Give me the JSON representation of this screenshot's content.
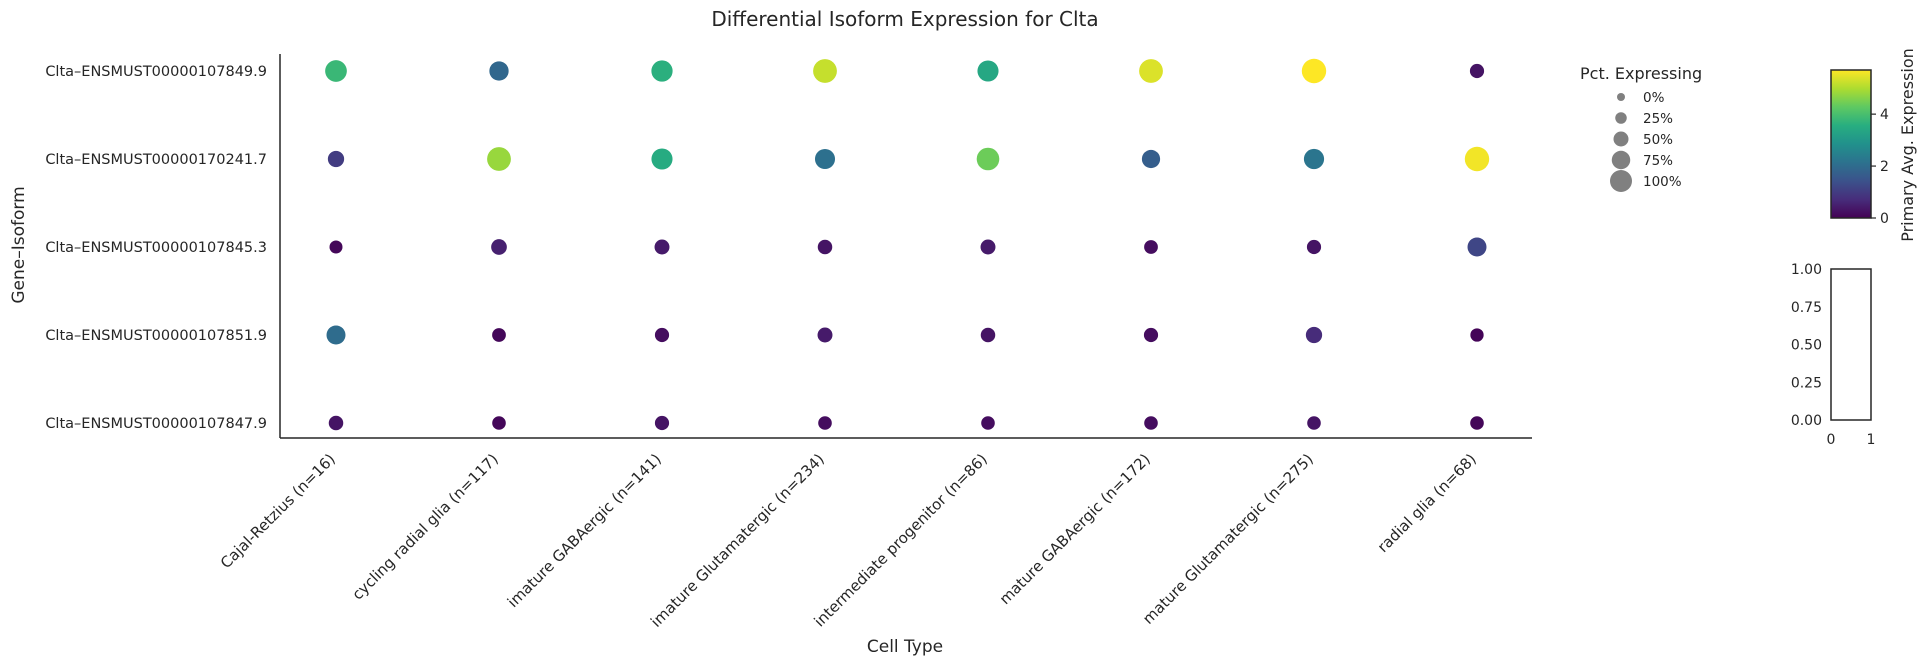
{
  "chart_data": {
    "type": "scatter",
    "title": "Differential Isoform Expression for Clta",
    "xlabel": "Cell Type",
    "ylabel": "Gene–Isoform",
    "categories": [
      "Cajal-Retzius (n=16)",
      "cycling radial glia (n=117)",
      "imature GABAergic (n=141)",
      "imature Glutamatergic (n=234)",
      "intermediate progenitor (n=86)",
      "mature GABAergic (n=172)",
      "mature Glutamatergic (n=275)",
      "radial glia (n=68)"
    ],
    "isoforms": [
      "Clta–ENSMUST00000107849.9",
      "Clta–ENSMUST00000170241.7",
      "Clta–ENSMUST00000107845.3",
      "Clta–ENSMUST00000107851.9",
      "Clta–ENSMUST00000107847.9"
    ],
    "expression": [
      [
        3.8,
        1.9,
        3.6,
        5.2,
        3.4,
        5.4,
        5.7,
        0.3
      ],
      [
        1.0,
        4.8,
        3.5,
        2.1,
        4.4,
        1.7,
        2.2,
        5.6
      ],
      [
        0.1,
        0.5,
        0.4,
        0.3,
        0.4,
        0.2,
        0.3,
        1.2
      ],
      [
        2.0,
        0.1,
        0.2,
        0.4,
        0.3,
        0.2,
        0.7,
        0.05
      ],
      [
        0.3,
        0.1,
        0.3,
        0.2,
        0.2,
        0.2,
        0.3,
        0.1
      ]
    ],
    "pct_expressing": [
      [
        78,
        62,
        75,
        92,
        74,
        92,
        96,
        28
      ],
      [
        42,
        92,
        74,
        67,
        84,
        55,
        68,
        96
      ],
      [
        20,
        38,
        33,
        30,
        33,
        25,
        28,
        60
      ],
      [
        60,
        25,
        28,
        33,
        30,
        28,
        42,
        22
      ],
      [
        30,
        24,
        28,
        24,
        24,
        24,
        24,
        24
      ]
    ],
    "size_legend": {
      "title": "Pct. Expressing",
      "labels": [
        "0%",
        "25%",
        "50%",
        "75%",
        "100%"
      ],
      "values": [
        0,
        25,
        50,
        75,
        100
      ]
    },
    "colorbar": {
      "label": "Primary Avg. Expression",
      "range": [
        0,
        5.7
      ],
      "ticks": [
        "0",
        "2",
        "4"
      ],
      "tick_values": [
        0,
        2,
        4
      ],
      "colormap": "viridis"
    },
    "empty_axes": {
      "y_ticks": [
        "0.00",
        "0.25",
        "0.50",
        "0.75",
        "1.00"
      ],
      "x_ticks": [
        "0",
        "1"
      ]
    }
  }
}
